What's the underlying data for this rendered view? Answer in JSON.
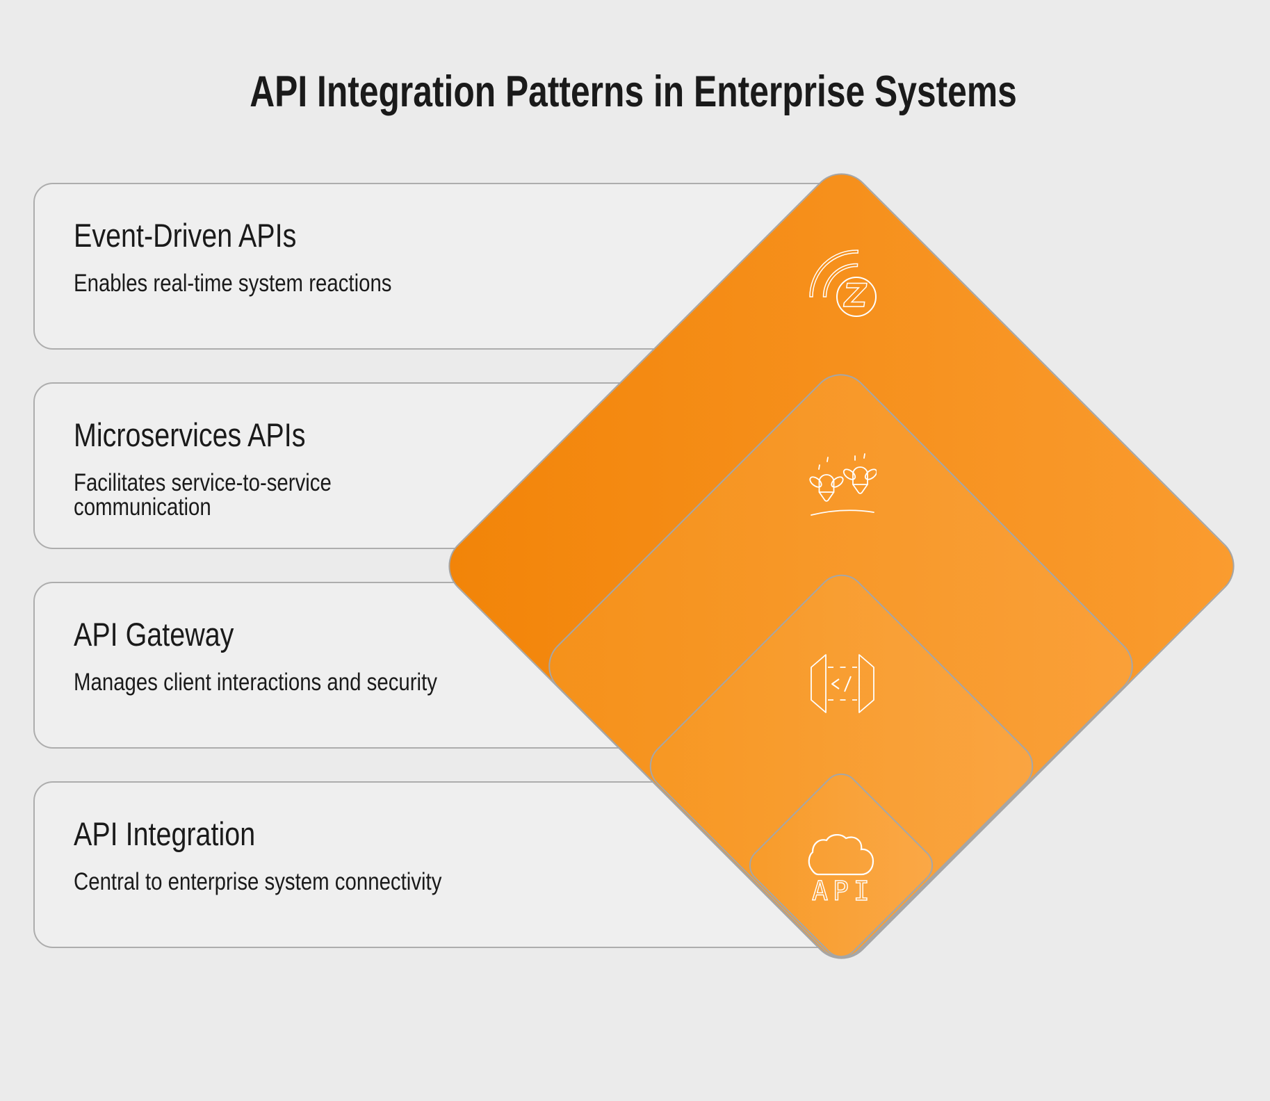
{
  "title": "API Integration Patterns in Enterprise Systems",
  "cards": [
    {
      "title": "Event-Driven APIs",
      "description": "Enables real-time system reactions",
      "icon": "zigbee-signal-icon"
    },
    {
      "title": "Microservices APIs",
      "description": "Facilitates service-to-service\ncommunication",
      "icon": "bees-icon"
    },
    {
      "title": "API Gateway",
      "description": "Manages client interactions and security",
      "icon": "api-gateway-icon"
    },
    {
      "title": "API Integration",
      "description": "Central to enterprise system connectivity",
      "icon": "cloud-api-icon"
    }
  ],
  "icon_labels": {
    "zigbee_z": "Z",
    "cloud_api": "API"
  },
  "colors": {
    "background": "#ebebeb",
    "card_background": "#efefef",
    "card_border": "#adadad",
    "diamond_border": "#a6a6a6",
    "diamond_gradients": [
      [
        "#f28408",
        "#fa9c30"
      ],
      [
        "#f5911a",
        "#faa039"
      ],
      [
        "#f79722",
        "#faa542"
      ],
      [
        "#f89b29",
        "#faa847"
      ]
    ],
    "icon_stroke": "#ffffff",
    "text": "#1a1a1a"
  }
}
